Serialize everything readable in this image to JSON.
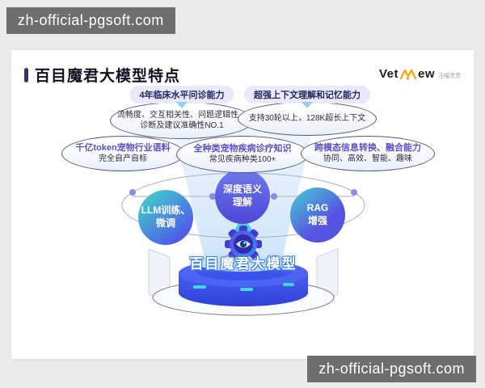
{
  "watermarks": {
    "top_left": "zh-official-pgsoft.com",
    "bottom_right": "zh-official-pgsoft.com"
  },
  "header": {
    "title": "百目魔君大模型特点"
  },
  "logo": {
    "part1": "Vet",
    "part2": "ew",
    "tagline": "汪喵灵灵"
  },
  "top_features": [
    {
      "title": "4年临床水平问诊能力",
      "lines": [
        "流畅度、交互相关性、问题逻辑性、",
        "诊断及建议准确性NO.1"
      ]
    },
    {
      "title": "超强上下文理解和记忆能力",
      "lines": [
        "支持30轮以上，128K超长上下文"
      ]
    }
  ],
  "mid_features": [
    {
      "title": "千亿token宠物行业语料",
      "desc": "完全自产自标"
    },
    {
      "title": "全种类宠物疾病诊疗知识",
      "desc": "常见疾病种类100+"
    },
    {
      "title": "跨模态信息转换、融合能力",
      "desc": "协同、高效、智能、趣味"
    }
  ],
  "process": {
    "left_circle": {
      "lines": [
        "LLM训练、",
        "微调"
      ]
    },
    "center_circle": {
      "lines": [
        "深度语义",
        "理解"
      ]
    },
    "right_circle": {
      "lines": [
        "RAG",
        "增强"
      ]
    }
  },
  "model": {
    "name": "百目魔君大模型"
  },
  "colors": {
    "accent_purple": "#5b50c8",
    "pill_bg": "#e9e9fb",
    "pill_text": "#23275e",
    "circle_indigo": "#5b5ee8",
    "circle_teal": "#3fd6c8",
    "pedestal_blue": "#4456ee",
    "title_bar": "#3e2f63",
    "watermark_bg": "#6e6e6e"
  }
}
